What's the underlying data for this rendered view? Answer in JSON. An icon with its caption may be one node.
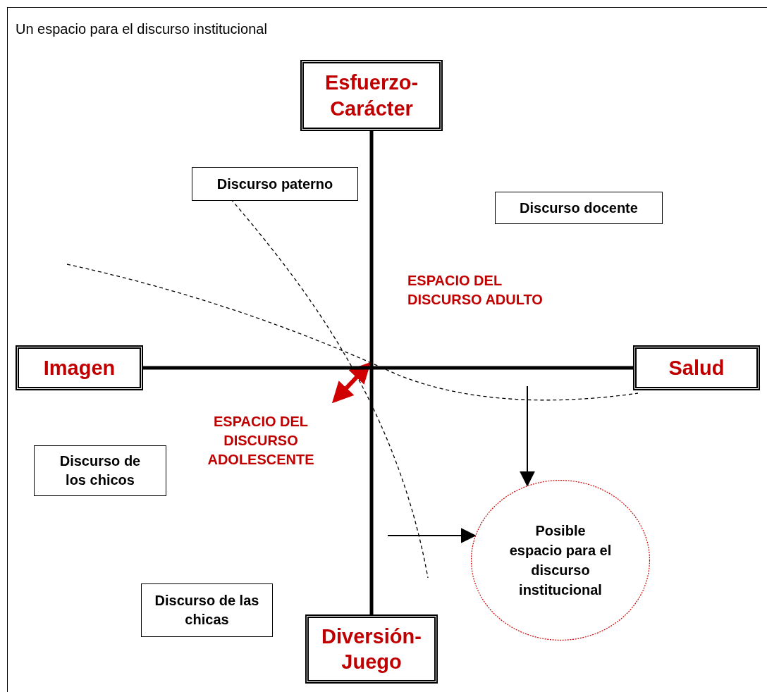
{
  "diagram": {
    "title": "Un espacio para el discurso institucional",
    "nodes": [
      {
        "text": [
          "Esfuerzo-Carácter"
        ]
      },
      {
        "text": [
          "Discurso paterno"
        ]
      },
      {
        "text": [
          "Discurso docente"
        ]
      },
      {
        "text": [
          "Imagen"
        ]
      },
      {
        "text": [
          "Salud"
        ]
      },
      {
        "text": [
          "Discurso de los chicos"
        ]
      },
      {
        "text": [
          "Posible espacio para el discurso institucional"
        ]
      },
      {
        "text": [
          "Discurso de las chicas"
        ]
      },
      {
        "text": [
          "Diversión-Juego"
        ]
      }
    ],
    "edges": [
      {
        "from": 0,
        "to": 8,
        "arrow": "none",
        "style": "thick"
      },
      {
        "from": 3,
        "to": 4,
        "arrow": "none",
        "style": "thick"
      },
      {
        "from": null,
        "to": 6,
        "arrow": "to"
      },
      {
        "from": null,
        "to": 6,
        "arrow": "to"
      }
    ],
    "labels": [
      "ESPACIO DEL DISCURSO ADULTO",
      "ESPACIO DEL DISCURSO ADOLESCENTE"
    ]
  }
}
